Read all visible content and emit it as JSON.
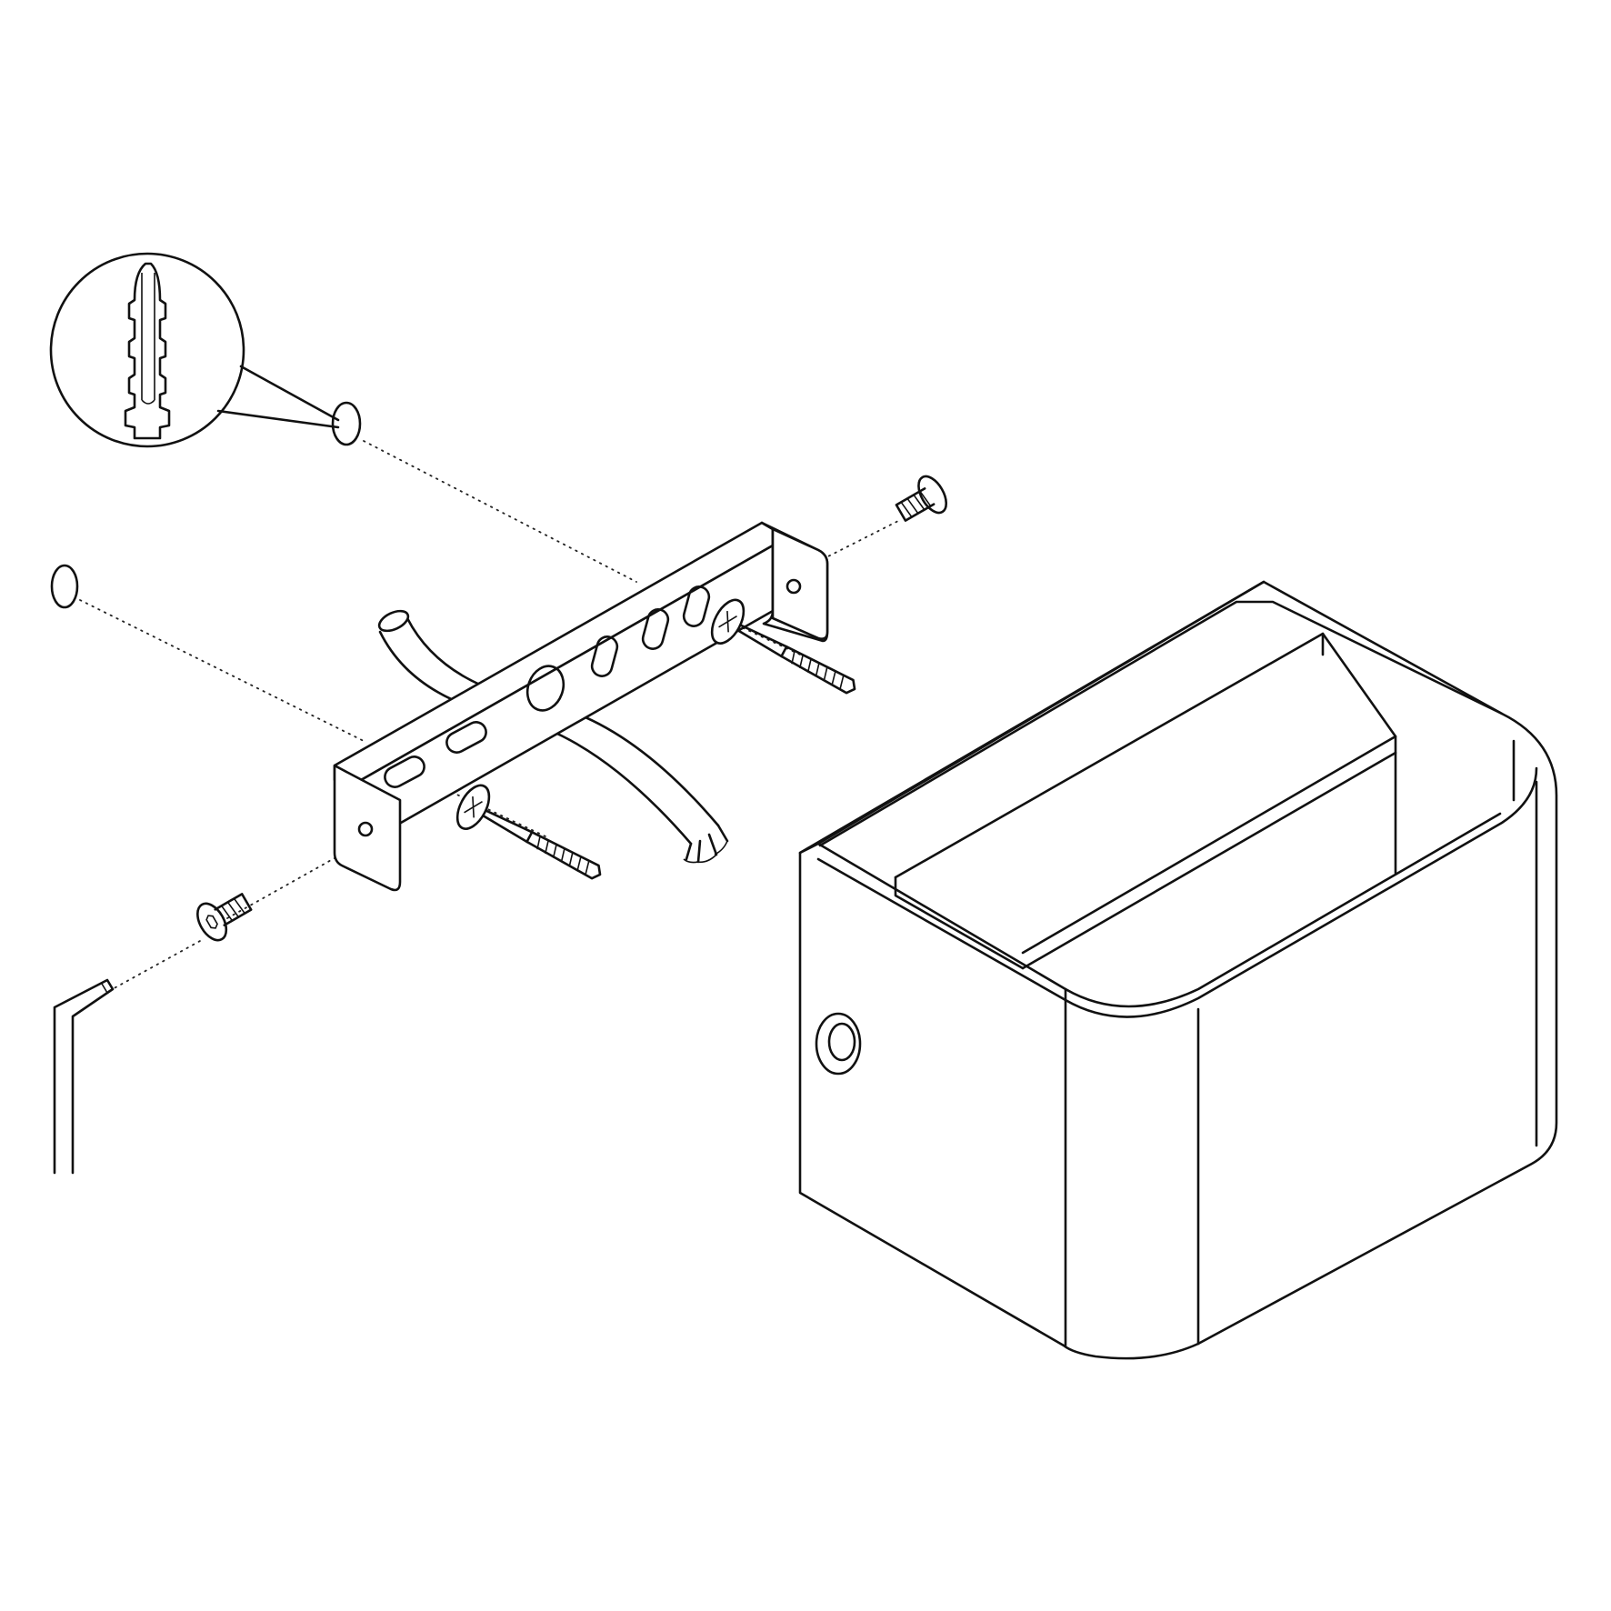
{
  "diagram": {
    "kind": "exploded-assembly-line-drawing",
    "stroke_color": "#111111",
    "background_color": "#ffffff",
    "parts": [
      {
        "id": "wall-plug-detail",
        "icon": "wall-plug-icon"
      },
      {
        "id": "wall-plug-upper",
        "icon": "wall-hole-icon"
      },
      {
        "id": "wall-plug-lower",
        "icon": "wall-hole-icon"
      },
      {
        "id": "mounting-bracket",
        "icon": "bracket-icon"
      },
      {
        "id": "power-cable",
        "icon": "cable-icon"
      },
      {
        "id": "wood-screw-upper",
        "icon": "wood-screw-icon"
      },
      {
        "id": "wood-screw-lower",
        "icon": "wood-screw-icon"
      },
      {
        "id": "hex-set-screw-upper",
        "icon": "hex-screw-icon"
      },
      {
        "id": "hex-set-screw-lower",
        "icon": "hex-screw-icon"
      },
      {
        "id": "allen-key",
        "icon": "allen-key-icon"
      },
      {
        "id": "lamp-housing",
        "icon": "lamp-housing-icon"
      }
    ]
  }
}
